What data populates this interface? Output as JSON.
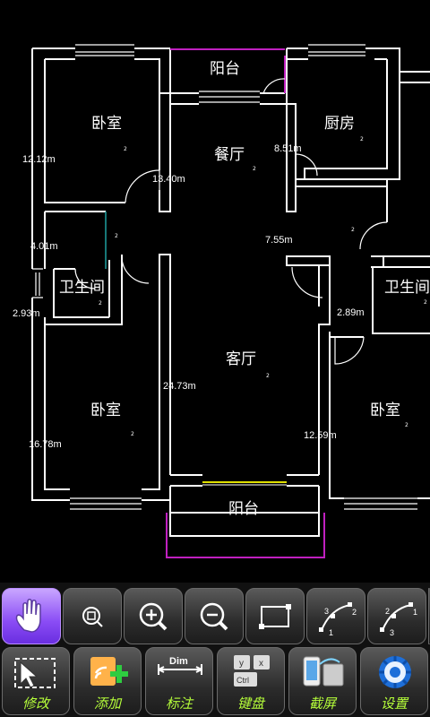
{
  "rooms": {
    "balcony_top": "阳台",
    "bedroom_tl": "卧室",
    "dining": "餐厅",
    "kitchen": "厨房",
    "bath_left": "卫生间",
    "bath_right": "卫生间",
    "living": "客厅",
    "bedroom_bl": "卧室",
    "bedroom_br": "卧室",
    "balcony_bottom": "阳台"
  },
  "dimensions": {
    "bedroom_tl_area": "12.12m",
    "dining_area": "13.40m",
    "kitchen_area": "8.51m",
    "bath_left_area": "4.01m",
    "left_small_area": "2.93m",
    "hall_area": "7.55m",
    "bath_right_area": "2.89m",
    "living_area": "24.73m",
    "bedroom_bl_area": "16.78m",
    "bedroom_br_area": "12.59m"
  },
  "superscript": "2",
  "toolbar": {
    "row1": [
      "pan",
      "zoom-fit",
      "zoom-in",
      "zoom-out",
      "rectangle",
      "arc-three-point",
      "arc-reverse"
    ],
    "row2_labels": [
      "修改",
      "添加",
      "标注",
      "键盘",
      "截屏",
      "设置"
    ],
    "dim_icon_text": "Dim",
    "key_y": "y",
    "key_x": "x",
    "key_ctrl": "Ctrl",
    "arc1_nums": [
      "3",
      "2",
      "1"
    ],
    "arc2_nums": [
      "2",
      "1",
      "3"
    ]
  },
  "colors": {
    "wall": "#ffffff",
    "balcony_rail": "#c020c0",
    "window_accent": "#e0e000",
    "divider": "#1fa0a0",
    "active_button": "#8a4cf5",
    "label_green": "#b6ff3a"
  }
}
